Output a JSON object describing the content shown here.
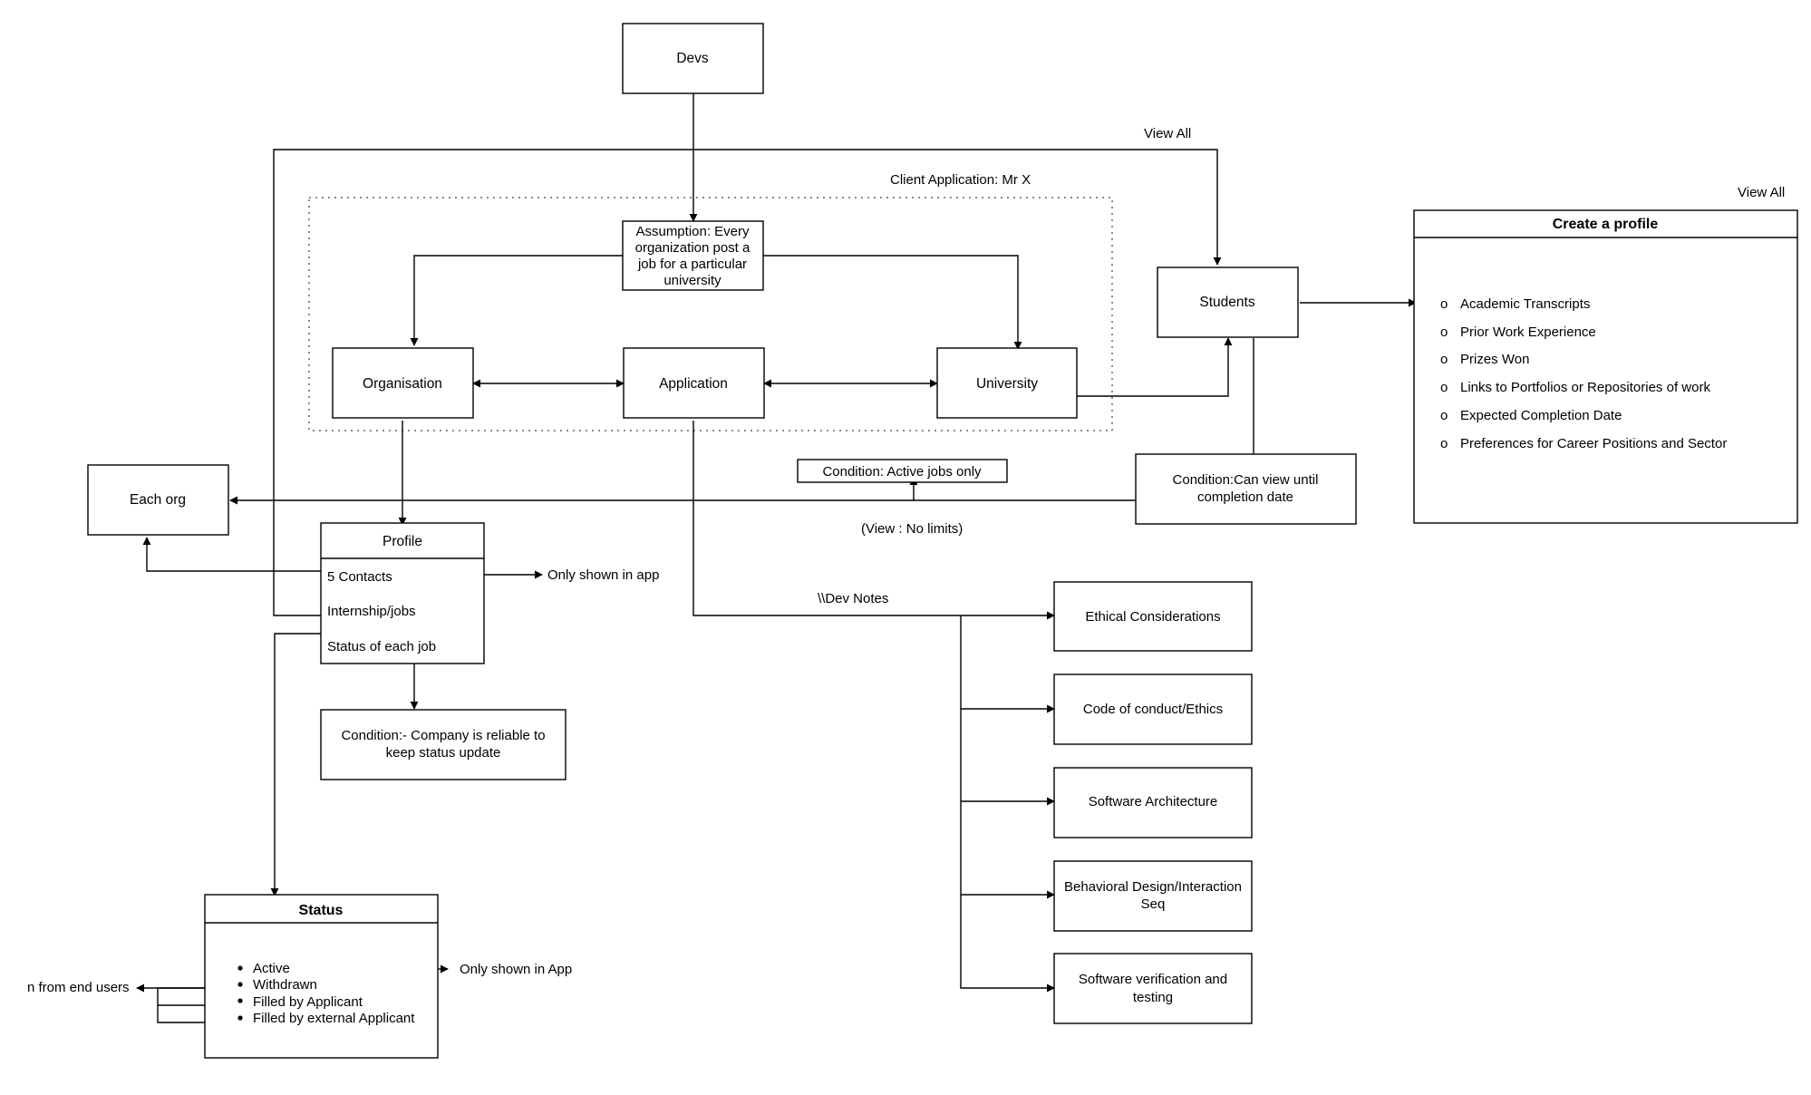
{
  "nodes": {
    "devs": "Devs",
    "assumption": [
      "Assumption: Every",
      "organization post a",
      "job for a particular",
      "university"
    ],
    "organisation": "Organisation",
    "application": "Application",
    "university": "University",
    "students": "Students",
    "each_org": "Each org",
    "condition_students": [
      "Condition:Can view until",
      "completion date"
    ],
    "condition_active": "Condition: Active jobs only",
    "condition_company": [
      "Condition:- Company is reliable to",
      "keep status update"
    ]
  },
  "labels": {
    "client_application": "Client Application: Mr X",
    "view_all_top": "View All",
    "view_all_right": "View All",
    "view_no_limits": "(View : No limits)",
    "dev_notes": "\\\\Dev Notes",
    "only_shown_in_app_profile": "Only shown in app",
    "only_shown_in_app_status": "Only shown in App",
    "hidden_from_end_users": "n from end users"
  },
  "profile": {
    "title": "Profile",
    "rows": [
      "5 Contacts",
      "Internship/jobs",
      "Status of each job"
    ]
  },
  "status": {
    "title": "Status",
    "items": [
      "Active",
      "Withdrawn",
      "Filled by Applicant",
      "Filled by external Applicant"
    ]
  },
  "create_profile": {
    "title": "Create a profile",
    "bullet": "o",
    "items": [
      "Academic Transcripts",
      "Prior Work Experience",
      "Prizes Won",
      "Links to Portfolios or Repositories of work",
      "Expected Completion Date",
      "Preferences for Career Positions and Sector"
    ]
  },
  "dev_notes": {
    "items": [
      [
        "Ethical Considerations"
      ],
      [
        "Code of conduct/Ethics"
      ],
      [
        "Software Architecture"
      ],
      [
        "Behavioral Design/Interaction",
        "Seq"
      ],
      [
        "Software verification and",
        "testing"
      ]
    ]
  }
}
